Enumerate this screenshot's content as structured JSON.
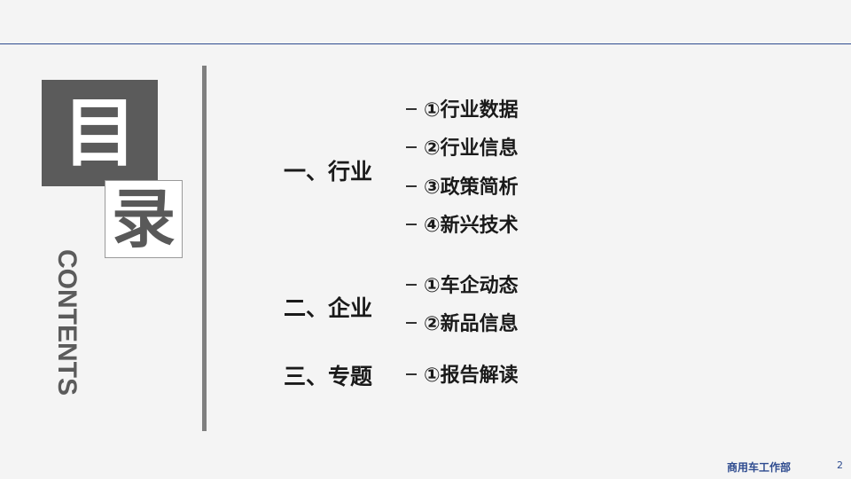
{
  "title": {
    "char1": "目",
    "char2": "录",
    "subtitle": "CONTENTS"
  },
  "sections": [
    {
      "label": "一、行业",
      "items": [
        "①行业数据",
        "②行业信息",
        "③政策简析",
        "④新兴技术"
      ]
    },
    {
      "label": "二、企业",
      "items": [
        "①车企动态",
        "②新品信息"
      ]
    },
    {
      "label": "三、专题",
      "items": [
        "①报告解读"
      ]
    }
  ],
  "footer": {
    "department": "商用车工作部",
    "page_number": "2"
  }
}
